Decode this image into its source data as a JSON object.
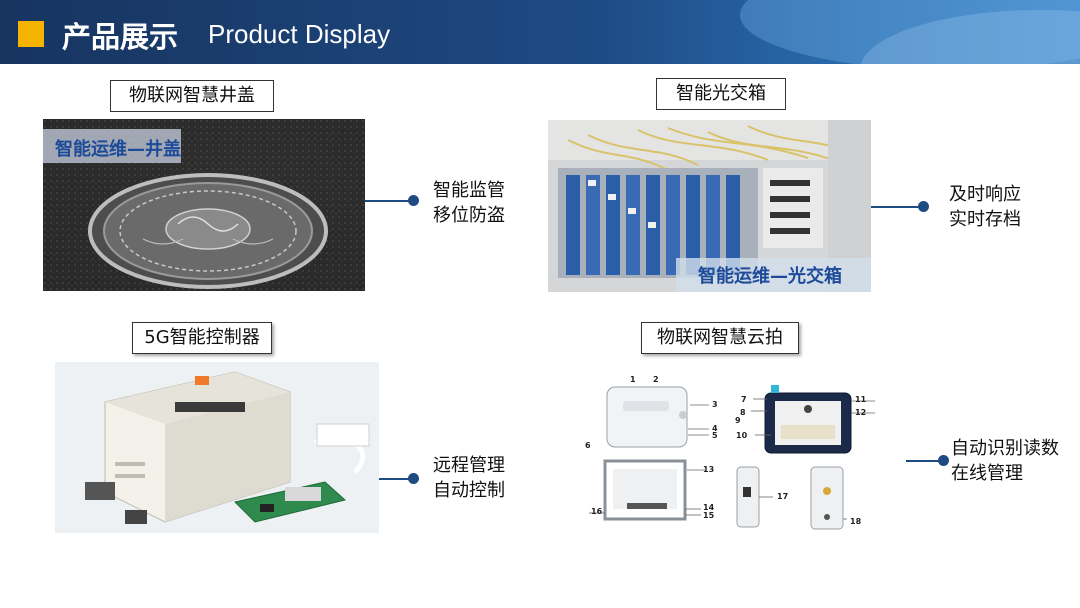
{
  "header": {
    "title_zh": "产品展示",
    "title_en": "Product Display"
  },
  "products": [
    {
      "label": "物联网智慧井盖",
      "image_caption": "智能运维—井盖",
      "features": [
        "智能监管",
        "移位防盗"
      ]
    },
    {
      "label": "智能光交箱",
      "image_caption": "智能运维—光交箱",
      "features": [
        "及时响应",
        "实时存档"
      ]
    },
    {
      "label": "5G智能控制器",
      "features": [
        "远程管理",
        "自动控制"
      ]
    },
    {
      "label": "物联网智慧云拍",
      "callouts": [
        "1",
        "2",
        "3",
        "4",
        "5",
        "6",
        "7",
        "8",
        "9",
        "10",
        "11",
        "12",
        "13",
        "14",
        "15",
        "16",
        "17",
        "18"
      ],
      "features": [
        "自动识别读数",
        "在线管理"
      ]
    }
  ],
  "colors": {
    "header_dark": "#17345f",
    "accent_square": "#f5b400",
    "connector": "#1d4b82"
  }
}
